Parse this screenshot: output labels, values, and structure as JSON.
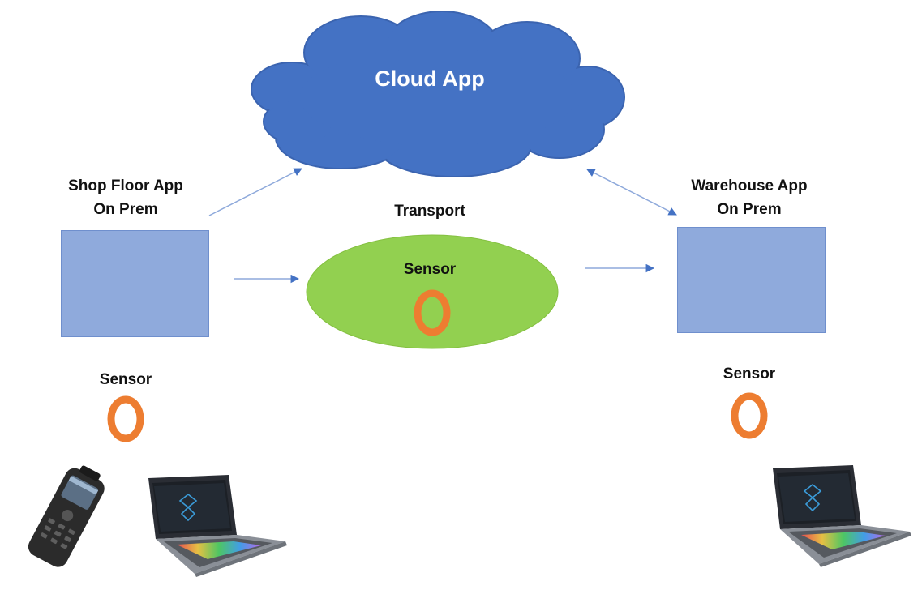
{
  "colors": {
    "cloud": "#4472c4",
    "box": "#8faadc",
    "ellipse": "#92d050",
    "sensor_ring": "#ed7d31",
    "arrow": "#8ea9db"
  },
  "cloud": {
    "label": "Cloud App"
  },
  "transport": {
    "title": "Transport",
    "sensor_label": "Sensor"
  },
  "shop_floor": {
    "title_line1": "Shop Floor App",
    "title_line2": "On Prem",
    "sensor_label": "Sensor"
  },
  "warehouse": {
    "title_line1": "Warehouse App",
    "title_line2": "On Prem",
    "sensor_label": "Sensor"
  },
  "icons": [
    "cloud-shape",
    "sensor-ring-icon",
    "handheld-scanner-icon",
    "laptop-icon"
  ]
}
